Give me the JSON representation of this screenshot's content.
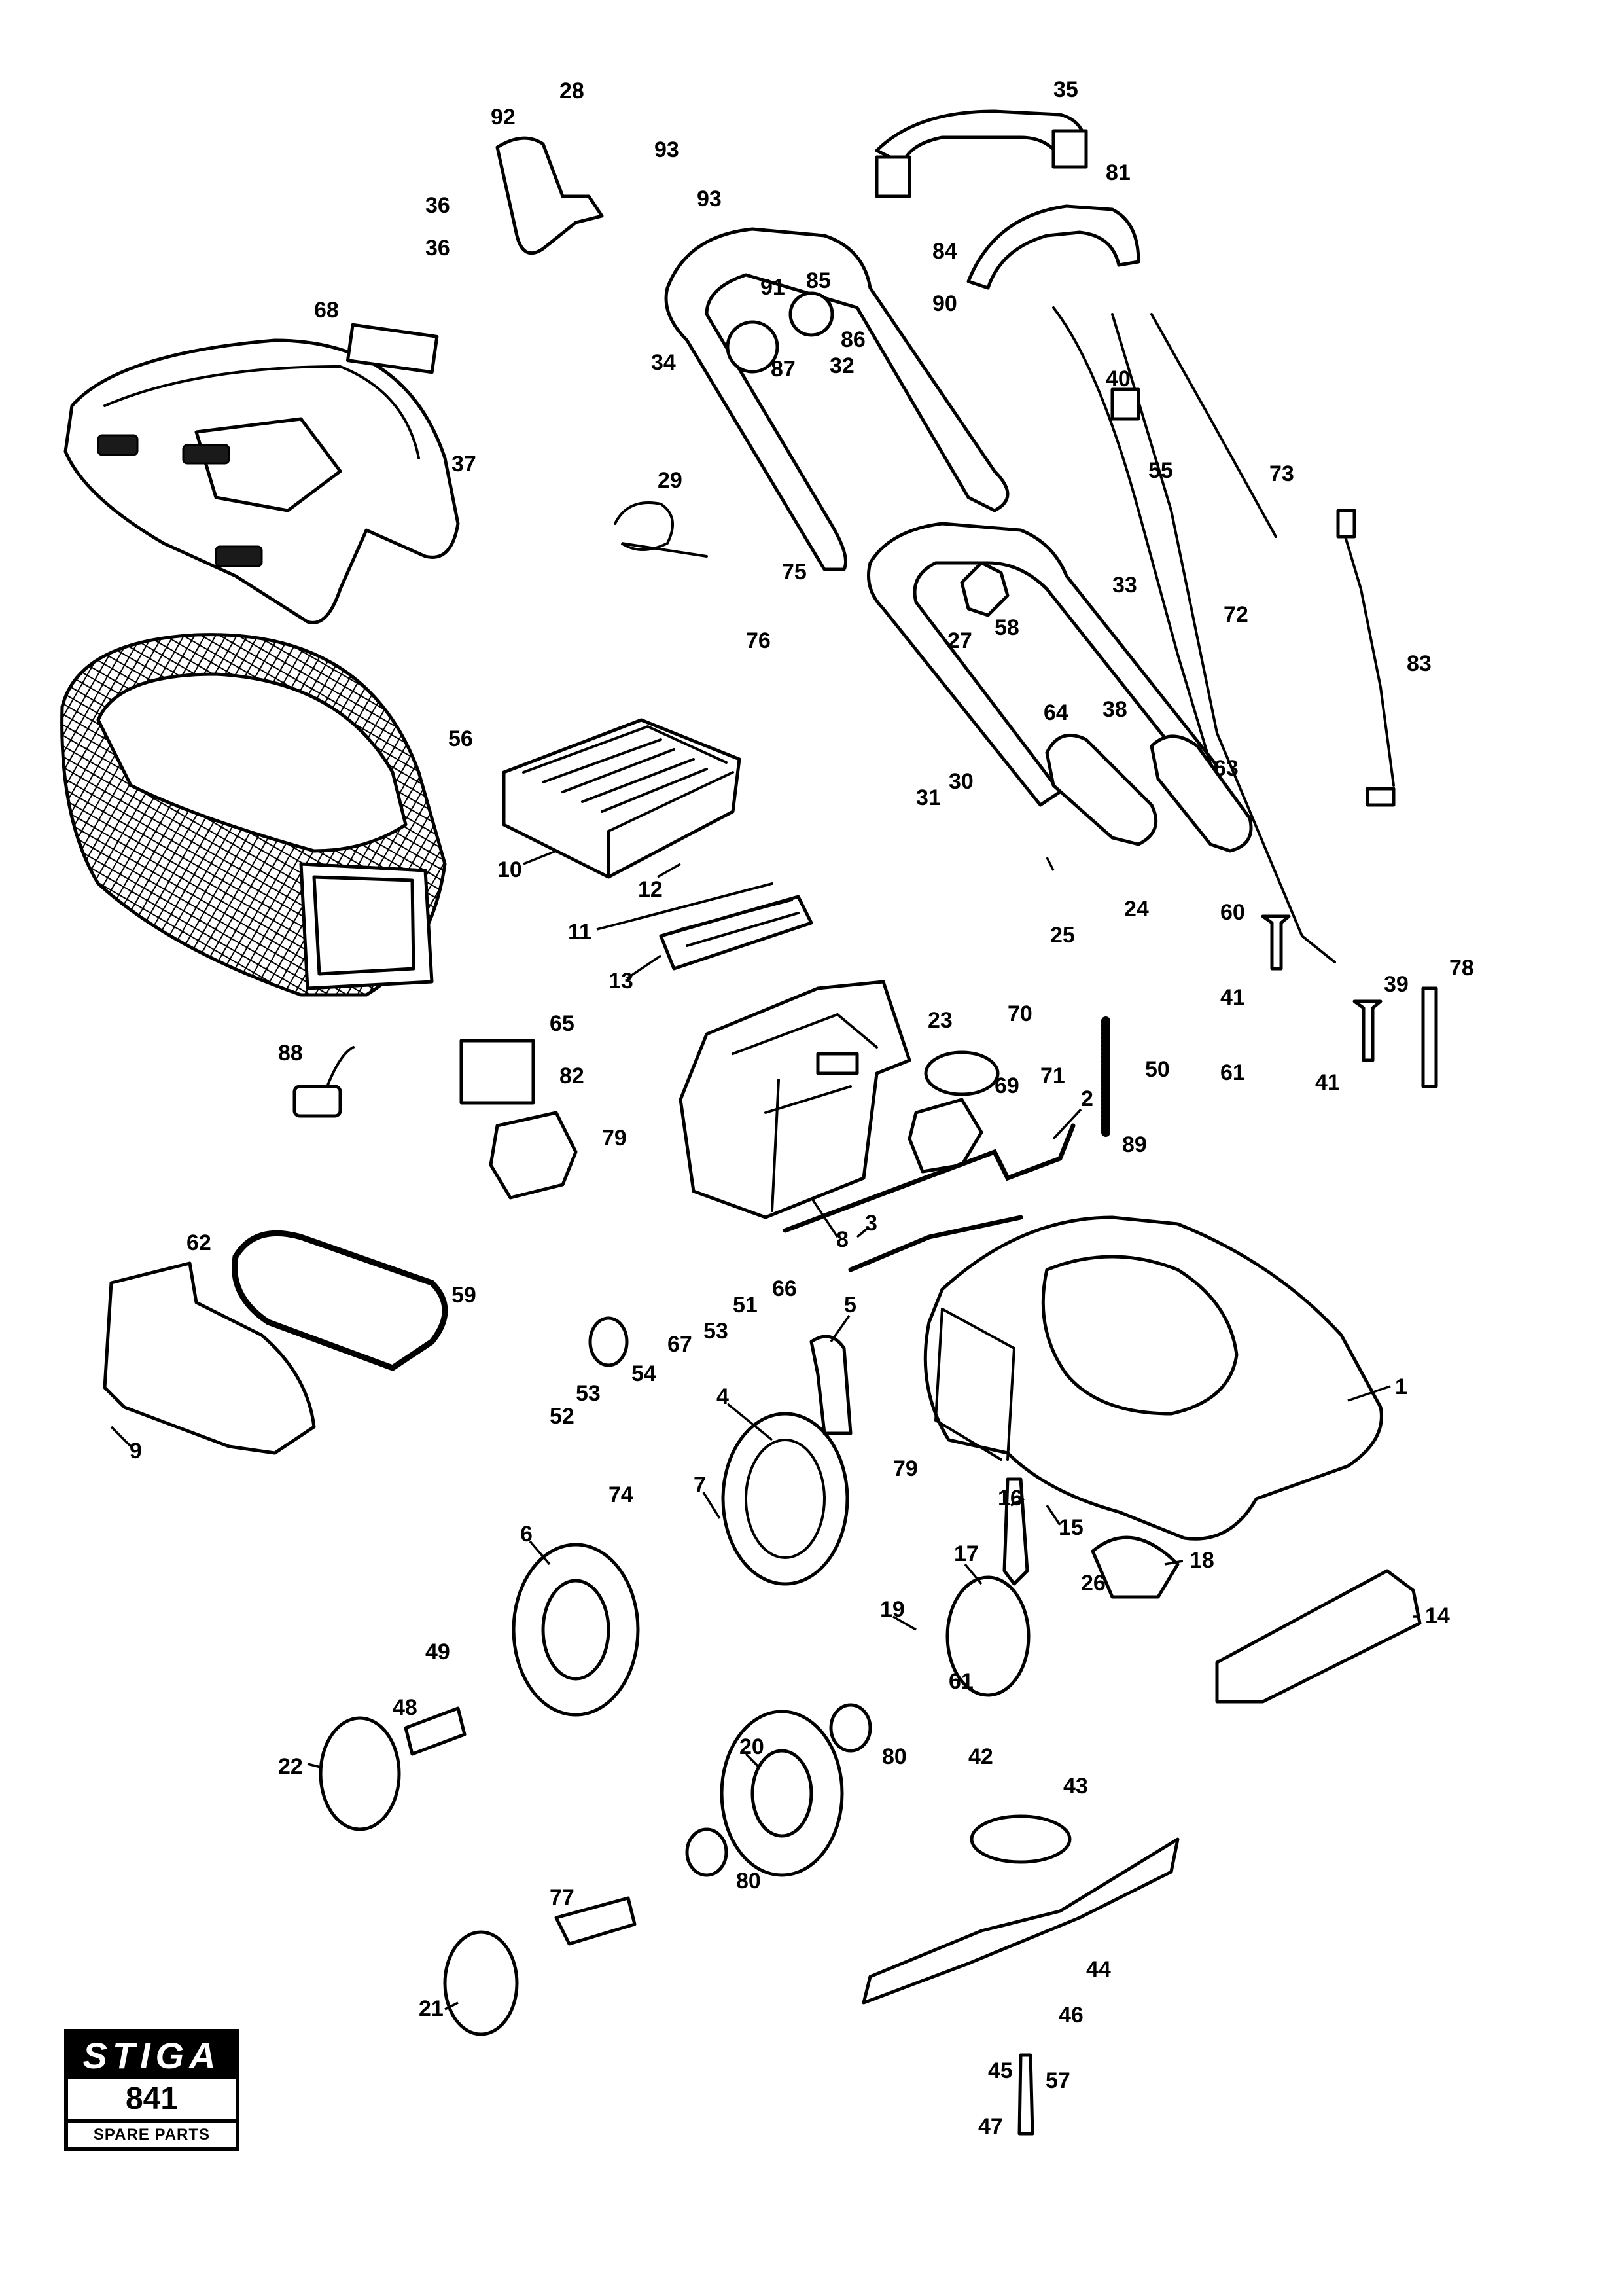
{
  "diagram": {
    "callouts": [
      "1",
      "2",
      "3",
      "4",
      "5",
      "6",
      "7",
      "8",
      "9",
      "10",
      "11",
      "12",
      "13",
      "14",
      "15",
      "16",
      "17",
      "18",
      "19",
      "20",
      "21",
      "22",
      "23",
      "24",
      "25",
      "26",
      "27",
      "28",
      "29",
      "30",
      "31",
      "32",
      "33",
      "34",
      "35",
      "36",
      "37",
      "38",
      "39",
      "40",
      "41",
      "42",
      "43",
      "44",
      "45",
      "46",
      "47",
      "48",
      "49",
      "50",
      "51",
      "52",
      "53",
      "54",
      "55",
      "56",
      "57",
      "58",
      "59",
      "60",
      "61",
      "62",
      "63",
      "64",
      "65",
      "66",
      "67",
      "68",
      "69",
      "70",
      "71",
      "72",
      "73",
      "74",
      "75",
      "76",
      "77",
      "78",
      "79",
      "80",
      "81",
      "82",
      "83",
      "84",
      "85",
      "86",
      "87",
      "88",
      "89",
      "90",
      "91",
      "92",
      "93"
    ]
  },
  "badge": {
    "brand": "STIGA",
    "model": "841",
    "subtitle": "SPARE PARTS"
  }
}
